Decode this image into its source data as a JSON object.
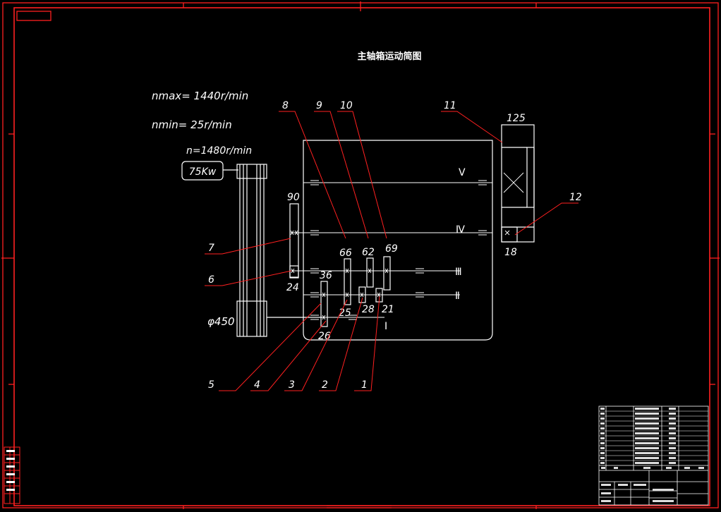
{
  "drawing": {
    "title": "主轴箱运动简图",
    "formula_nmax": "nmax= 1440r/min",
    "formula_nmin": "nmin= 25r/min",
    "motor_speed": "n=1480r/min",
    "motor_power": "75Kw",
    "pulley_diameter": "φ450"
  },
  "shafts": [
    "Ⅰ",
    "Ⅱ",
    "Ⅲ",
    "Ⅳ",
    "Ⅴ"
  ],
  "gear_teeth": {
    "g90": "90",
    "g24": "24",
    "g66": "66",
    "g62": "62",
    "g69": "69",
    "g36": "36",
    "g25": "25",
    "g28": "28",
    "g21": "21",
    "g26": "26",
    "g125": "125",
    "g18": "18"
  },
  "callouts": [
    "1",
    "2",
    "3",
    "4",
    "5",
    "6",
    "7",
    "8",
    "9",
    "10",
    "11",
    "12"
  ],
  "colors": {
    "frame": "#ff2020",
    "lines": "#ffffff",
    "background": "#000000"
  }
}
